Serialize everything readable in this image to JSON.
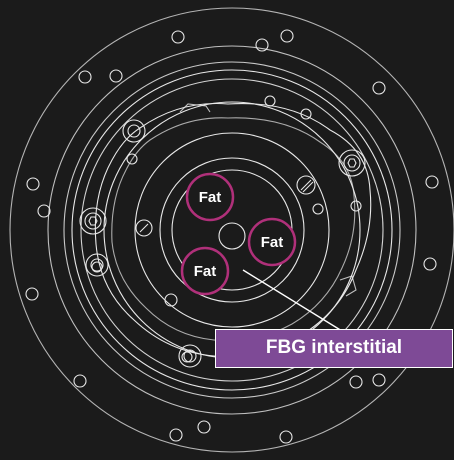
{
  "fat_markers": [
    {
      "label": "Fat"
    },
    {
      "label": "Fat"
    },
    {
      "label": "Fat"
    }
  ],
  "callout": {
    "label": "FBG interstitial"
  },
  "colors": {
    "background": "#1b1b1b",
    "line_art": "#e8e8e8",
    "fat_ring": "#b0307a",
    "callout_fill": "#7e4a96",
    "text": "#ffffff"
  }
}
